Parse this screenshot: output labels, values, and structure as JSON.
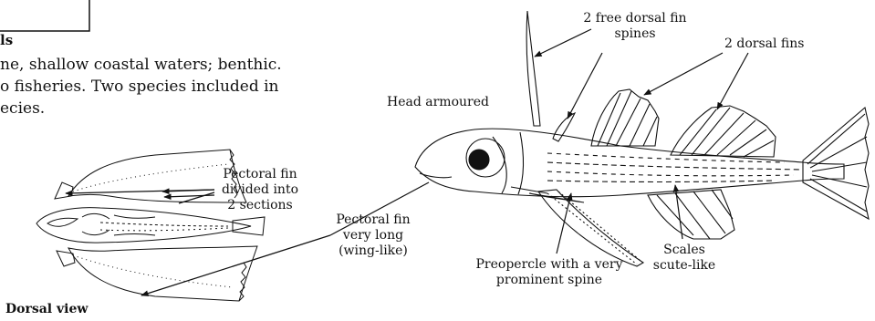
{
  "text": {
    "heading_fragment": "ls",
    "line1": "ne, shallow coastal waters; benthic.",
    "line2": "o fisheries. Two species included in",
    "line3": "ecies."
  },
  "labels": {
    "head_armoured": "Head armoured",
    "free_spines_1": "2 free dorsal fin",
    "free_spines_2": "spines",
    "dorsal_fins": "2 dorsal fins",
    "pectoral_divided_1": "Pectoral fin",
    "pectoral_divided_2": "divided into",
    "pectoral_divided_3": "2 sections",
    "pectoral_long_1": "Pectoral fin",
    "pectoral_long_2": "very long",
    "pectoral_long_3": "(wing-like)",
    "preopercle_1": "Preopercle with a very",
    "preopercle_2": "prominent spine",
    "scales_1": "Scales",
    "scales_2": "scute-like",
    "dorsal_view": "Dorsal view"
  },
  "colors": {
    "ink": "#111111",
    "background": "#ffffff"
  }
}
